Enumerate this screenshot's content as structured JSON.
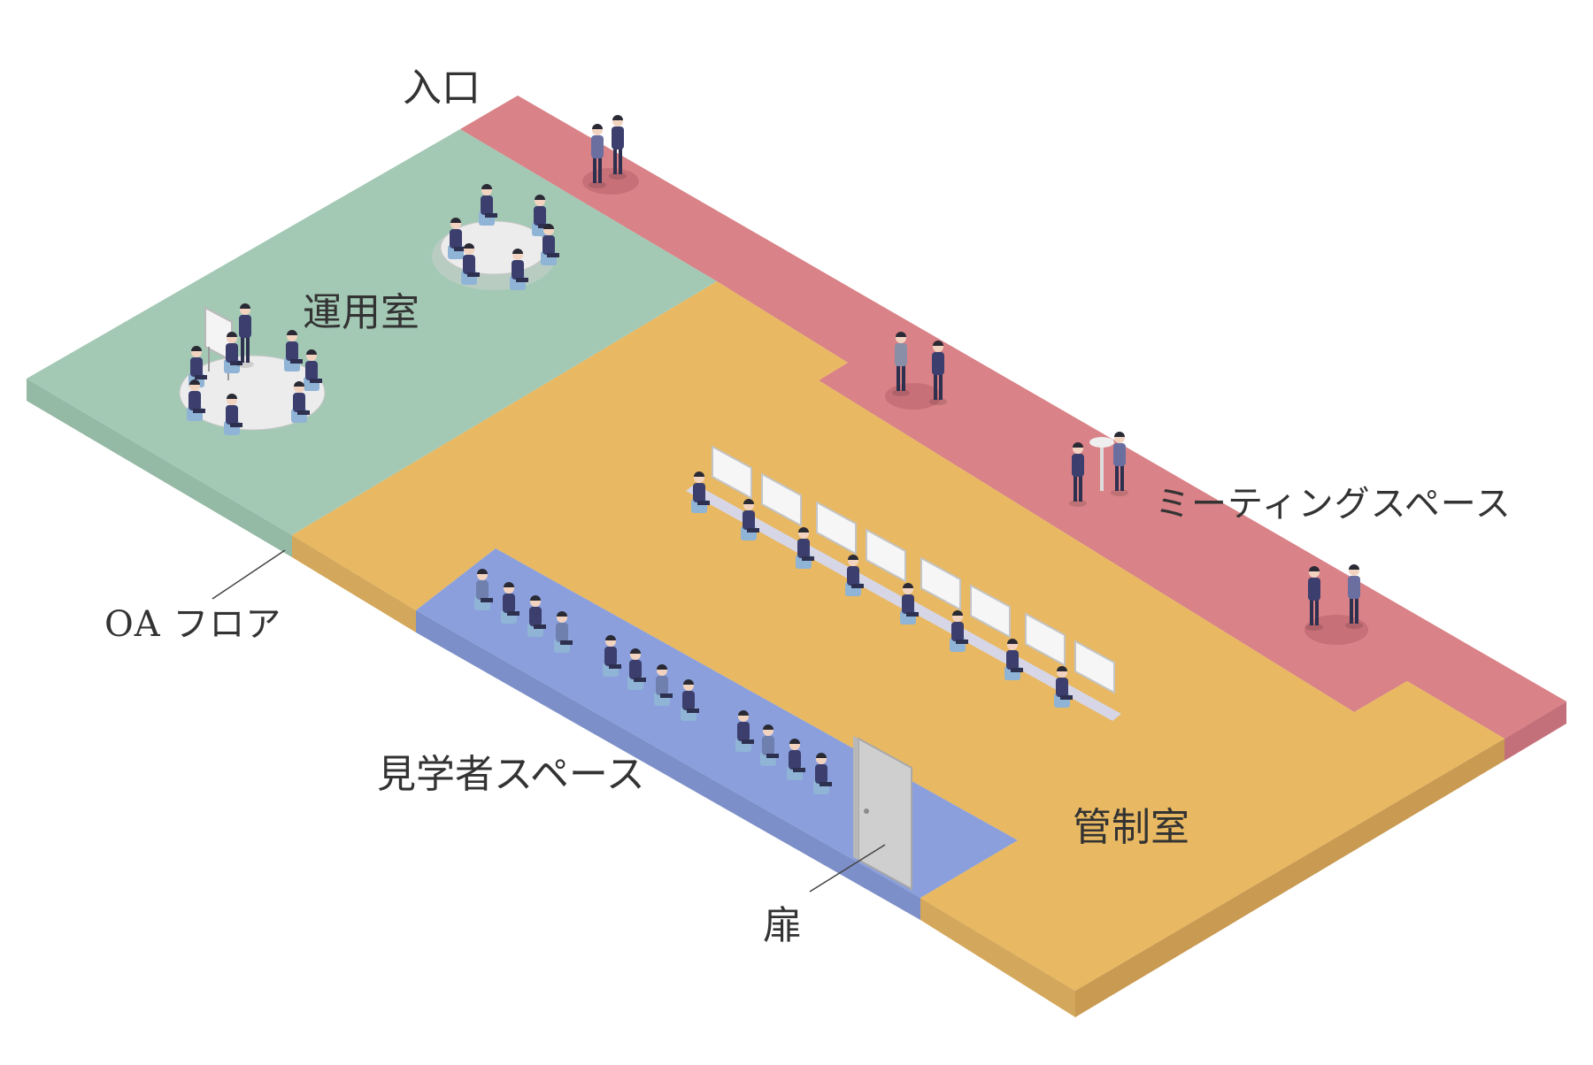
{
  "labels": {
    "entrance": "入口",
    "operations_room": "運用室",
    "meeting_space": "ミーティングスペース",
    "oa_floor": "OA フロア",
    "visitor_space": "見学者スペース",
    "control_room": "管制室",
    "door": "扉"
  },
  "colors": {
    "operations": "#a3c9b5",
    "meeting": "#d98287",
    "control": "#e8b862",
    "visitor": "#8a9fdb",
    "side_dark": "#c9a060",
    "suit": "#3c3f6e"
  }
}
